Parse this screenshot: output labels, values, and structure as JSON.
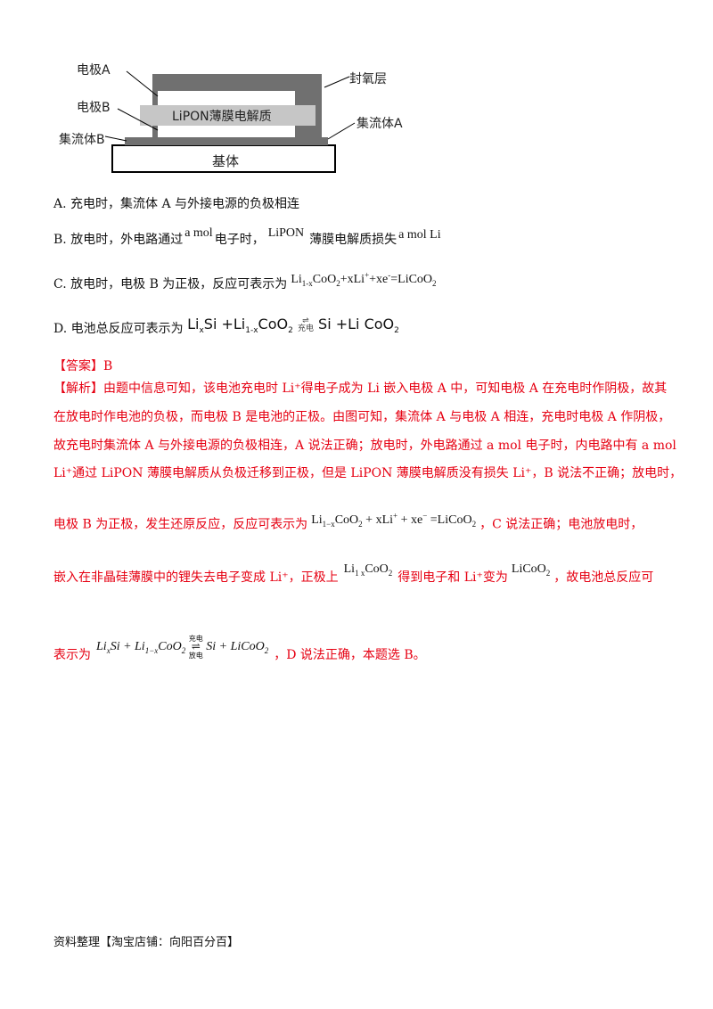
{
  "diagram": {
    "label_electrode_a": "电极A",
    "label_electrode_b": "电极B",
    "label_collector_b": "集流体B",
    "label_oxygen_seal": "封氧层",
    "label_collector_a": "集流体A",
    "label_electrolyte": "LiPON薄膜电解质",
    "label_substrate": "基体"
  },
  "options": {
    "a": "A.  充电时，集流体 A 与外接电源的负极相连",
    "b_pre": "B.  放电时，外电路通过",
    "b_amol": "a mol",
    "b_mid": "电子时，",
    "b_lipon": "LiPON",
    "b_post": "薄膜电解质损失",
    "b_amolli": "a mol Li",
    "c_pre": "C.  放电时，电极 B 为正极，反应可表示为",
    "d_pre": "D.  电池总反应可表示为"
  },
  "answer": {
    "tag": "【答案】",
    "value": "B"
  },
  "explanation": {
    "tag": "【解析】",
    "l1": "由题中信息可知，该电池充电时 Li⁺得电子成为 Li 嵌入电极 A 中，可知电极 A 在充电时作阴极，故其",
    "l2": "在放电时作电池的负极，而电极 B 是电池的正极。由图可知，集流体 A 与电极 A 相连，充电时电极 A 作阴极，",
    "l3": "故充电时集流体 A 与外接电源的负极相连，A 说法正确；放电时，外电路通过 a mol 电子时，内电路中有 a mol",
    "l4": "Li⁺通过 LiPON 薄膜电解质从负极迁移到正极，但是 LiPON 薄膜电解质没有损失 Li⁺，B 说法不正确；放电时，",
    "l5_pre": "电极 B 为正极，发生还原反应，反应可表示为",
    "l5_post": "，C 说法正确；电池放电时，",
    "l6_pre": "嵌入在非晶硅薄膜中的锂失去电子变成 Li⁺，正极上",
    "l6_mid": "得到电子和 Li⁺变为",
    "l6_post": "，故电池总反应可",
    "l7_pre": "表示为",
    "l7_post": "，D 说法正确，本题选 B。",
    "arrow_top": "充电",
    "arrow_bottom": "放电"
  },
  "footer": "资料整理【淘宝店铺：向阳百分百】"
}
